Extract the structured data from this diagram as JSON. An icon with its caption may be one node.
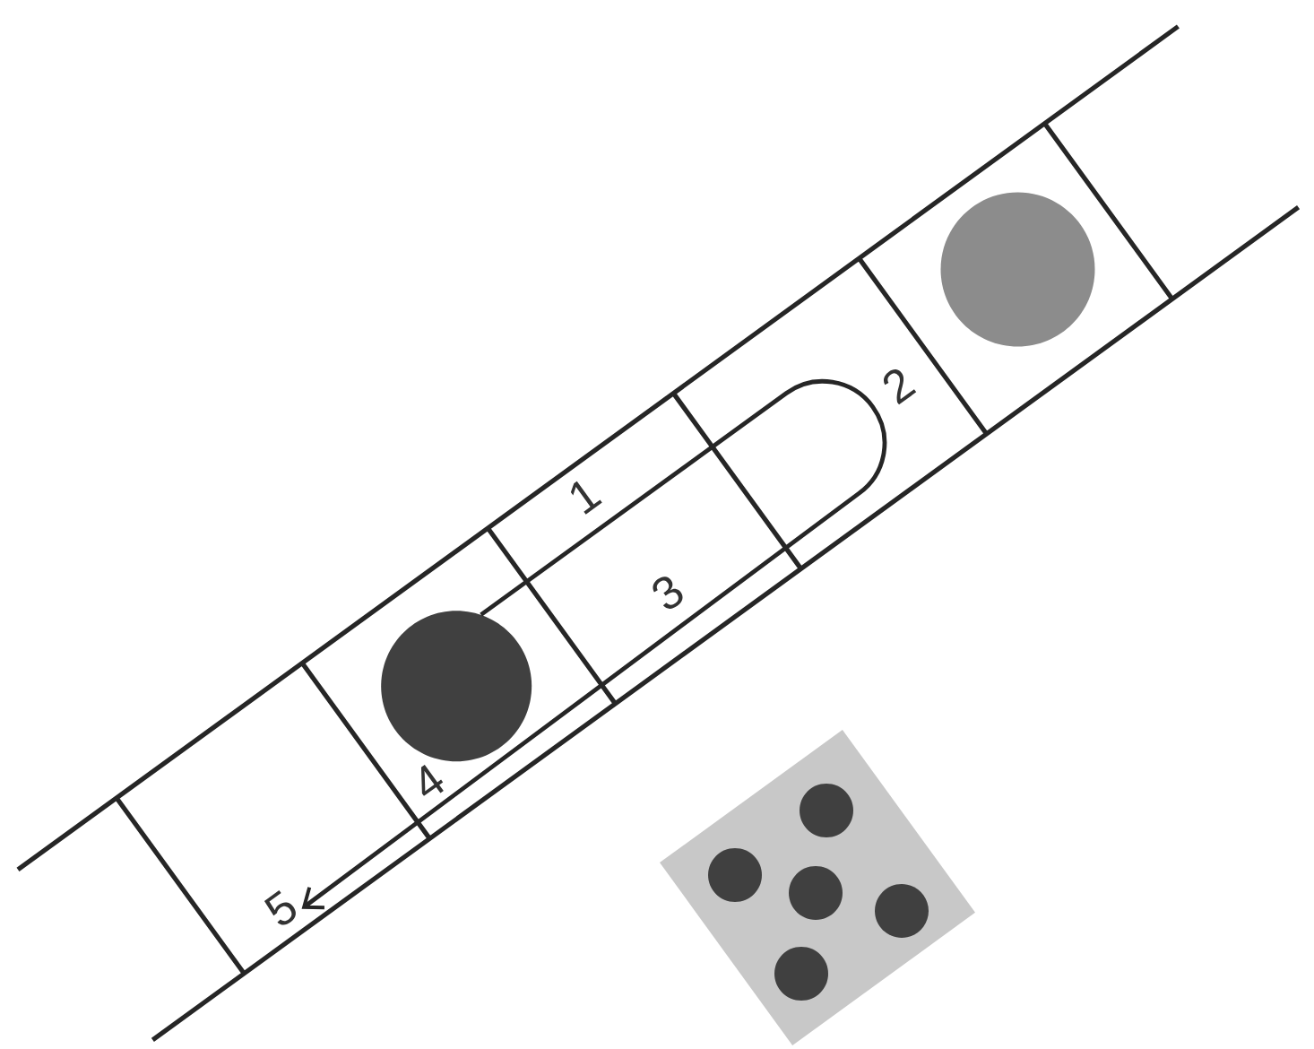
{
  "diagram": {
    "nodes": [
      {
        "text": [],
        "shape": "circle"
      },
      {
        "text": [],
        "shape": "circle"
      },
      {
        "text": [
          "5"
        ]
      }
    ],
    "edges": [
      {
        "from": 0,
        "to": 2,
        "arrow": "to"
      }
    ],
    "labels": [
      "1",
      "2",
      "3",
      "4"
    ]
  }
}
